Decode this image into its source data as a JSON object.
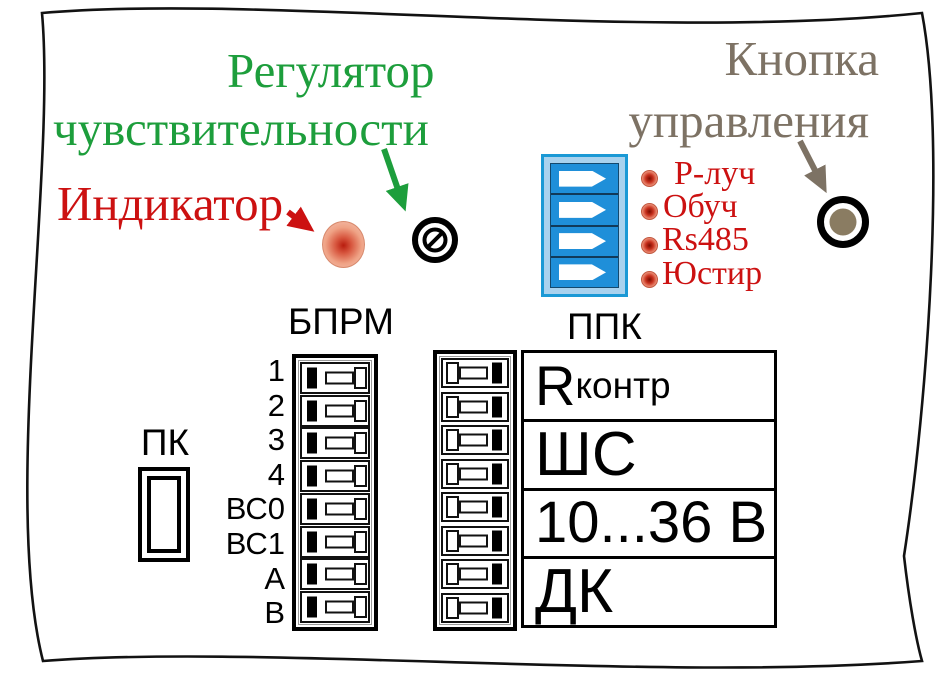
{
  "colors": {
    "green": "#1d9e3c",
    "red": "#cc1111",
    "brown": "#7d7264",
    "blue_border": "#1b99d5",
    "blue_light": "#a9d2ee",
    "blue_dark": "#1f8fd9"
  },
  "annotations": {
    "sensitivity": {
      "line1": "Регулятор",
      "line2": "чувствительности"
    },
    "indicator": {
      "label": "Индикатор"
    },
    "control_button": {
      "line1": "Кнопка",
      "line2": "управления"
    }
  },
  "status_leds": [
    {
      "label": "Р-луч"
    },
    {
      "label": "Обуч"
    },
    {
      "label": "Rs485"
    },
    {
      "label": "Юстир"
    }
  ],
  "blocks": {
    "bprm": {
      "title": "БПРМ",
      "pin_labels": [
        "1",
        "2",
        "3",
        "4",
        "ВС0",
        "ВС1",
        "А",
        "В"
      ]
    },
    "ppk": {
      "title": "ППК"
    },
    "pk": {
      "label": "ПК"
    }
  },
  "ppk_table": {
    "rows": [
      {
        "text": "R",
        "sub": "контр"
      },
      {
        "text": "ШС",
        "sub": ""
      },
      {
        "text": "10...36 В",
        "sub": ""
      },
      {
        "text": "ДК",
        "sub": ""
      }
    ]
  }
}
